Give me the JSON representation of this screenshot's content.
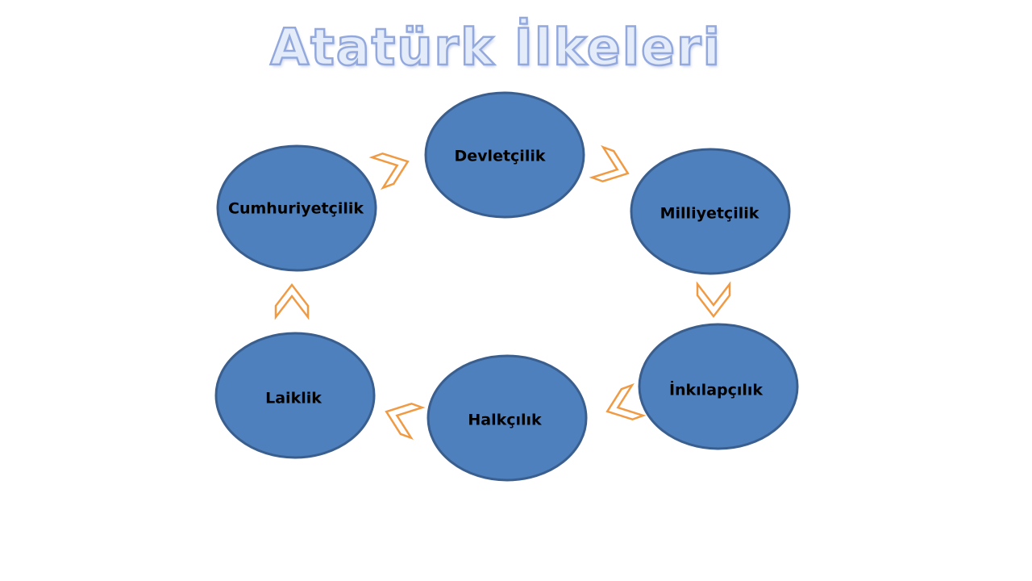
{
  "slide": {
    "title": "Atatürk İlkeleri"
  },
  "diagram": {
    "type": "cycle",
    "nodes": [
      {
        "id": "devletcilik",
        "label": "Devletçilik"
      },
      {
        "id": "milliyetcilik",
        "label": "Milliyetçilik"
      },
      {
        "id": "inkilapcilik",
        "label": "İnkılapçılık"
      },
      {
        "id": "halkcilik",
        "label": "Halkçılık"
      },
      {
        "id": "laiklik",
        "label": "Laiklik"
      },
      {
        "id": "cumhuriyetcilik",
        "label": "Cumhuriyetçilik"
      }
    ],
    "edges": [
      {
        "from": "devletcilik",
        "to": "milliyetcilik"
      },
      {
        "from": "milliyetcilik",
        "to": "inkilapcilik"
      },
      {
        "from": "inkilapcilik",
        "to": "halkcilik"
      },
      {
        "from": "halkcilik",
        "to": "laiklik"
      },
      {
        "from": "laiklik",
        "to": "cumhuriyetcilik"
      },
      {
        "from": "cumhuriyetcilik",
        "to": "devletcilik"
      }
    ],
    "colors": {
      "node_fill": "#4e80bd",
      "node_stroke": "#3a5f8f",
      "arrow_stroke": "#f09a44",
      "title_fill": "#e4ecfa",
      "title_stroke": "#93a9dd"
    },
    "arrow_icon": "chevron-arrow-icon"
  }
}
